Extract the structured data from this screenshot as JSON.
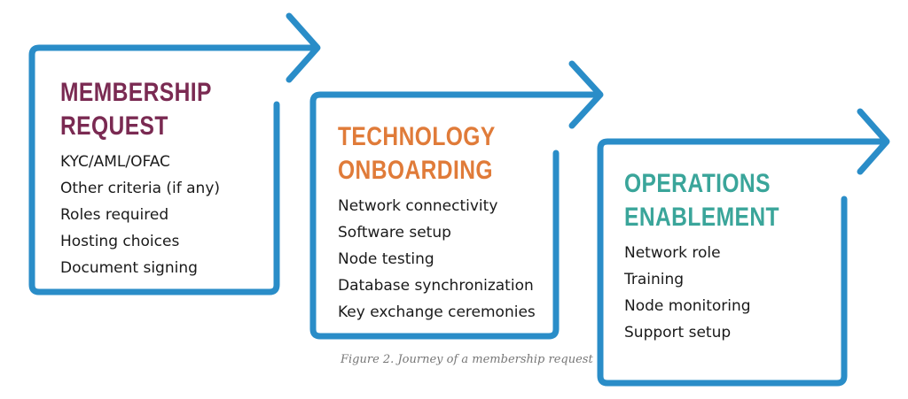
{
  "colors": {
    "arrow": "#2a8dc8",
    "stage_1_title": "#7a2a52",
    "stage_2_title": "#e07b39",
    "stage_3_title": "#3aa59a"
  },
  "stages": [
    {
      "title_lines": [
        "MEMBERSHIP",
        "REQUEST"
      ],
      "items": [
        "KYC/AML/OFAC",
        "Other criteria (if any)",
        "Roles required",
        "Hosting choices",
        "Document signing"
      ]
    },
    {
      "title_lines": [
        "TECHNOLOGY",
        "ONBOARDING"
      ],
      "items": [
        "Network connectivity",
        "Software setup",
        "Node testing",
        "Database synchronization",
        "Key exchange ceremonies"
      ]
    },
    {
      "title_lines": [
        "OPERATIONS",
        "ENABLEMENT"
      ],
      "items": [
        "Network role",
        "Training",
        "Node monitoring",
        "Support setup"
      ]
    }
  ],
  "caption": "Figure 2. Journey of a membership request"
}
